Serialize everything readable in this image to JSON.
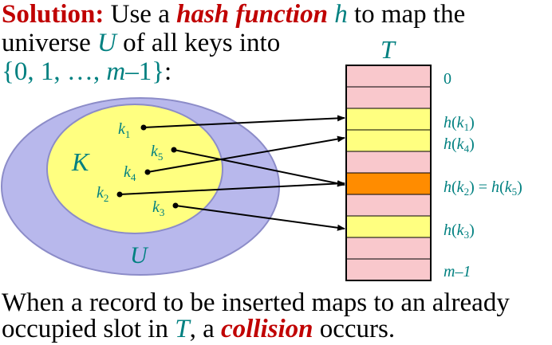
{
  "heading": {
    "line1": {
      "lead": "Solution:",
      "t1": " Use a ",
      "hash": "hash function",
      "t2": " ",
      "h": "h",
      "t3": " to map the"
    },
    "line2": {
      "t1": "universe ",
      "U": "U",
      "t2": " of all keys into"
    },
    "line3": {
      "open": "{0, 1, …, ",
      "m": "m",
      "close": "–1}",
      "colon": ":"
    }
  },
  "footer": {
    "line1": "When a record to be inserted maps to an already",
    "line2": {
      "t1": "occupied slot in ",
      "T": "T",
      "t2": ", a ",
      "collision": "collision",
      "t3": " occurs."
    }
  },
  "diagram": {
    "universe_label": "U",
    "keyset_label": "K",
    "table_label": "T",
    "keys": [
      {
        "id": "k1",
        "base": "k",
        "sub": "1"
      },
      {
        "id": "k5",
        "base": "k",
        "sub": "5"
      },
      {
        "id": "k4",
        "base": "k",
        "sub": "4"
      },
      {
        "id": "k2",
        "base": "k",
        "sub": "2"
      },
      {
        "id": "k3",
        "base": "k",
        "sub": "3"
      }
    ],
    "slots": [
      {
        "fill": "pink"
      },
      {
        "fill": "pink"
      },
      {
        "fill": "yellow"
      },
      {
        "fill": "yellow"
      },
      {
        "fill": "pink"
      },
      {
        "fill": "orange"
      },
      {
        "fill": "pink"
      },
      {
        "fill": "yellow"
      },
      {
        "fill": "pink"
      },
      {
        "fill": "pink"
      }
    ],
    "slot_labels": {
      "zero": "0",
      "last": "m–1",
      "hk1": {
        "h": "h",
        "open": "(",
        "k": "k",
        "sub": "1",
        "close": ")"
      },
      "hk4": {
        "h": "h",
        "open": "(",
        "k": "k",
        "sub": "4",
        "close": ")"
      },
      "hk2k5": {
        "h1": "h",
        "open1": "(",
        "k1": "k",
        "sub1": "2",
        "mid": ") = ",
        "h2": "h",
        "open2": "(",
        "k2": "k",
        "sub2": "5",
        "close": ")"
      },
      "hk3": {
        "h": "h",
        "open": "(",
        "k": "k",
        "sub": "3",
        "close": ")"
      }
    },
    "colors": {
      "universe": "#b8b8ec",
      "keyset": "#ffff80",
      "pink": "#f9c8cc",
      "yellow": "#ffff80",
      "orange": "#ff8c00",
      "teal": "#008080"
    }
  }
}
